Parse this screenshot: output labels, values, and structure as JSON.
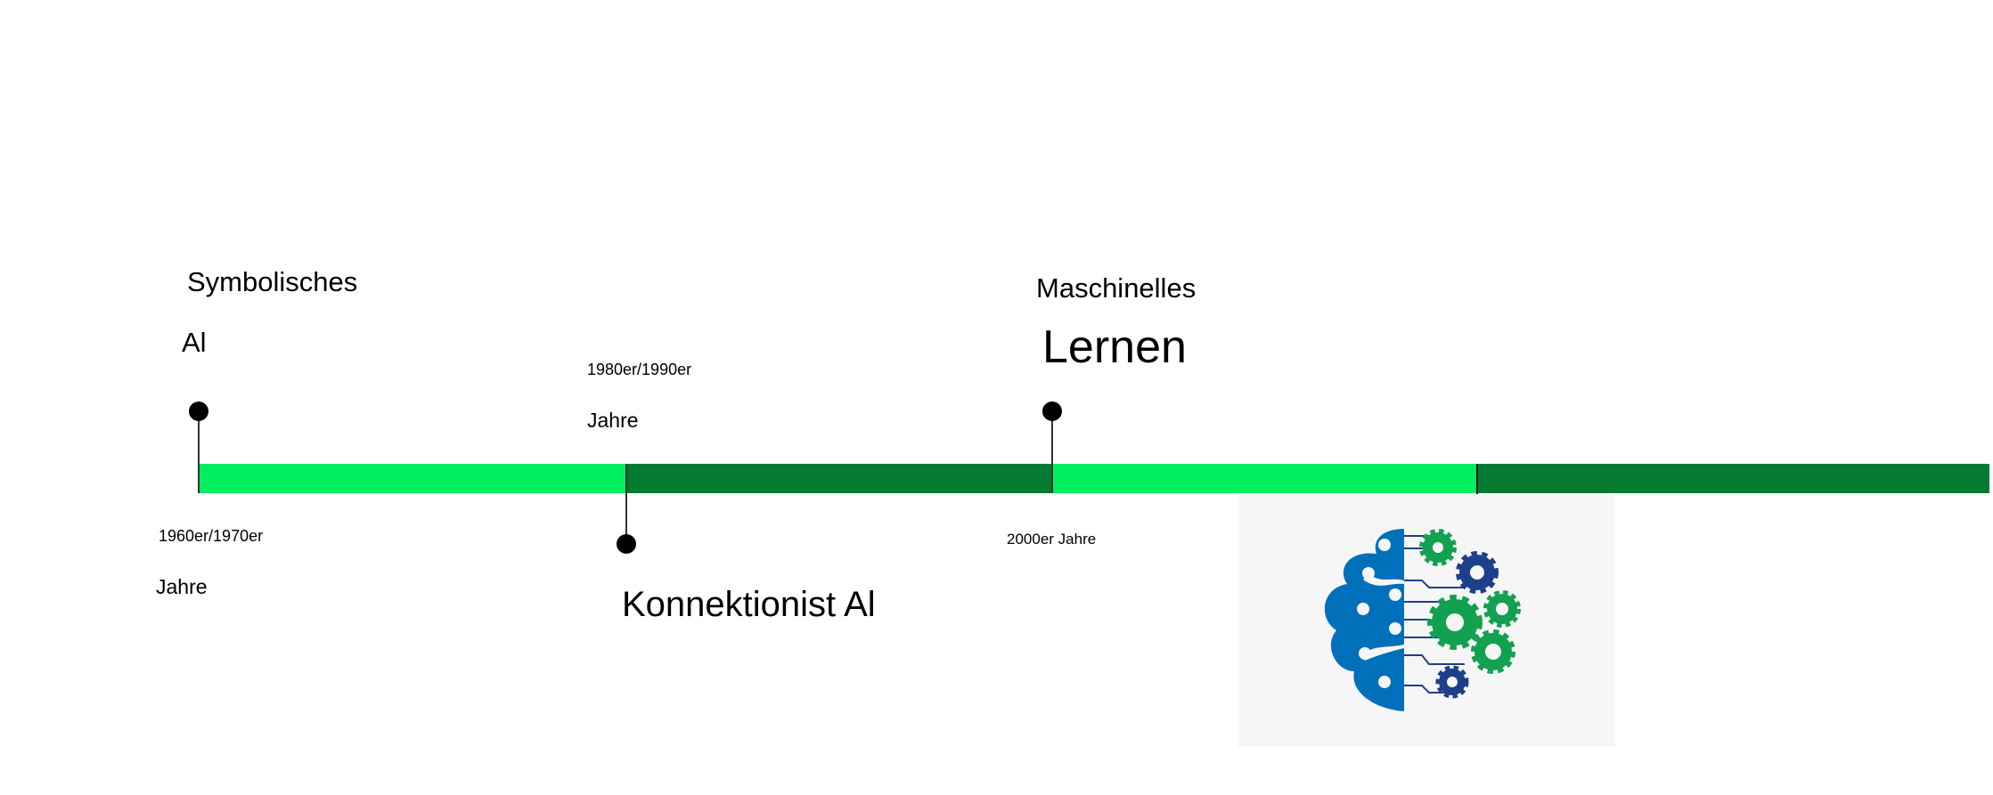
{
  "timeline": {
    "colors": {
      "light": "#00EE60",
      "dark": "#047A33"
    },
    "eras": [
      {
        "title_line1": "Symbolisches",
        "title_line2": "Al",
        "period_line1": "1960er/1970er",
        "period_line2": "Jahre"
      },
      {
        "title": "Konnektionist Al",
        "period_line1": "1980er/1990er",
        "period_line2": "Jahre"
      },
      {
        "title_line1": "Maschinelles",
        "title_line2": "Lernen",
        "period": "2000er Jahre"
      }
    ],
    "image": {
      "icon": "brain-gears-icon"
    }
  }
}
